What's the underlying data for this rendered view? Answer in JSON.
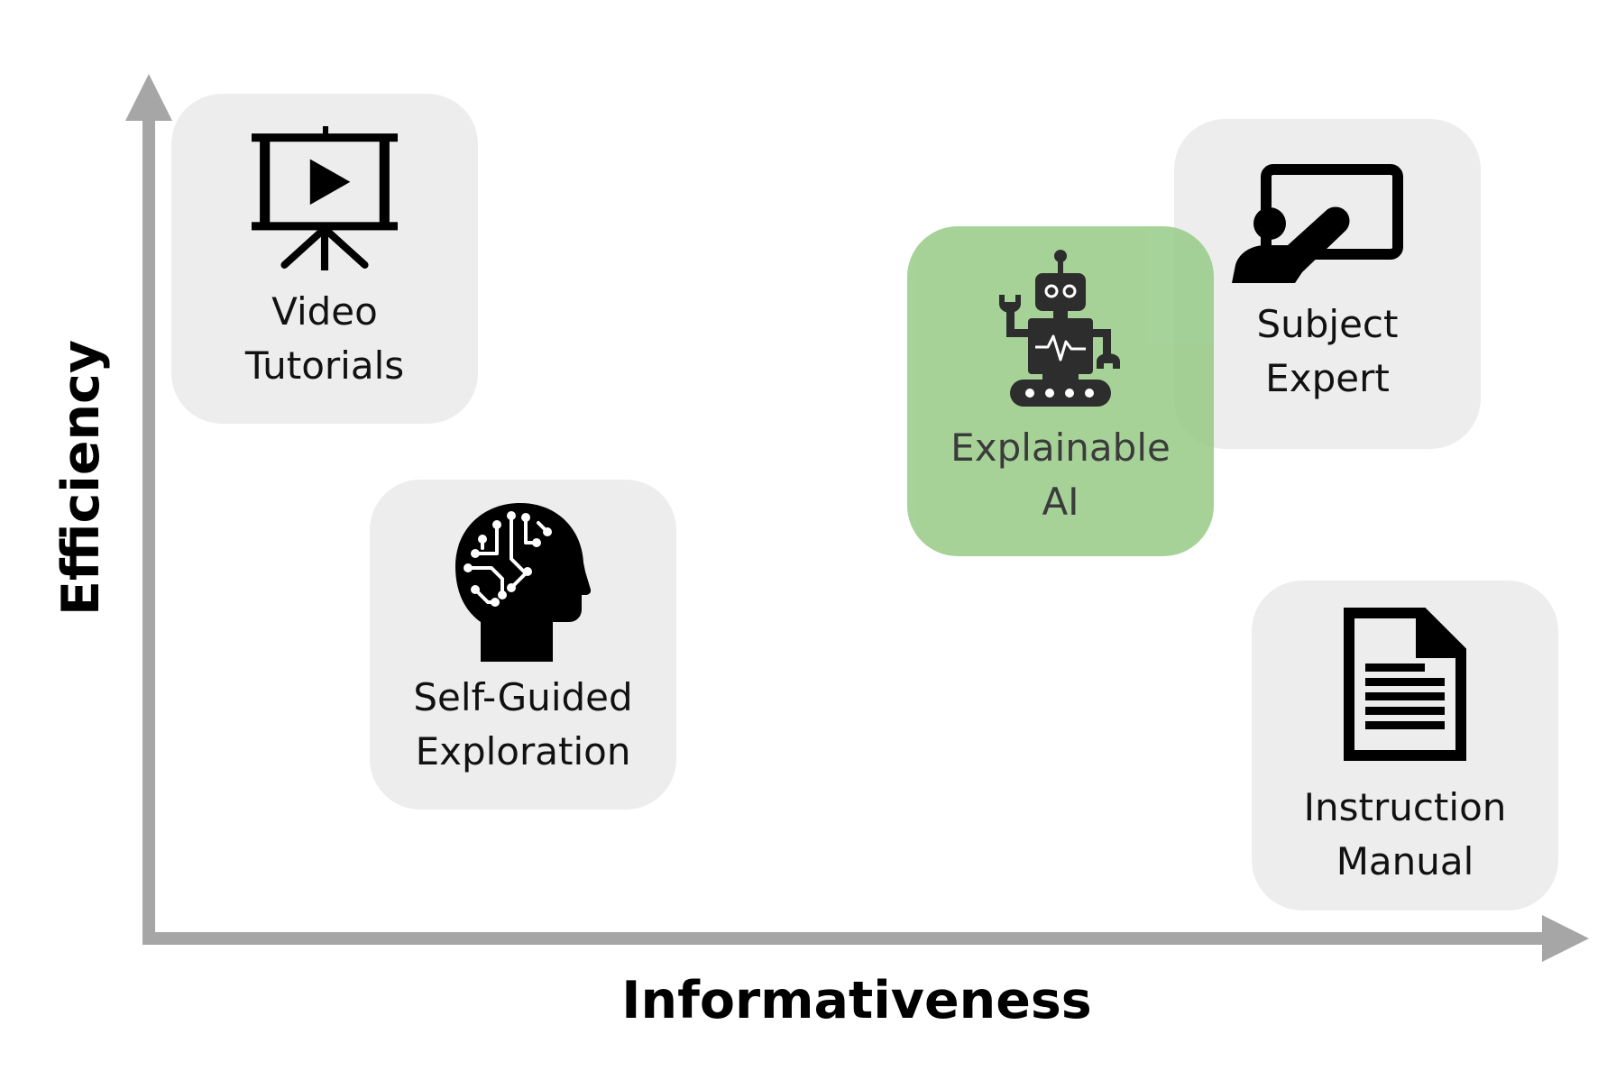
{
  "axes": {
    "x_label": "Informativeness",
    "y_label": "Efficiency",
    "color": "#a6a6a6"
  },
  "cards": {
    "video": {
      "line1": "Video",
      "line2": "Tutorials",
      "icon": "presentation-play-icon"
    },
    "self_guided": {
      "line1": "Self-Guided",
      "line2": "Exploration",
      "icon": "ai-brain-head-icon"
    },
    "expert": {
      "line1": "Subject",
      "line2": "Expert",
      "icon": "teacher-board-icon"
    },
    "manual": {
      "line1": "Instruction",
      "line2": "Manual",
      "icon": "document-icon"
    },
    "xai": {
      "line1": "Explainable",
      "line2": "AI",
      "icon": "robot-icon"
    }
  },
  "colors": {
    "card_bg": "#ededed",
    "highlight_bg": "#93c982"
  }
}
